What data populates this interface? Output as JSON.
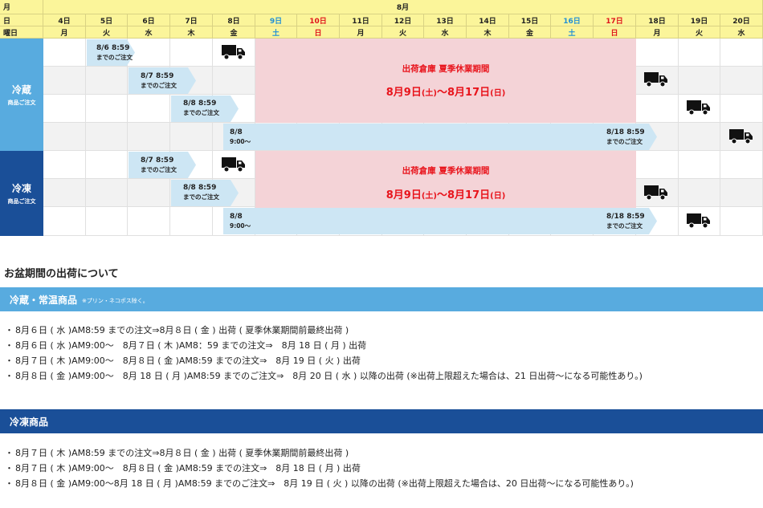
{
  "calendar": {
    "header_labels": {
      "month": "月",
      "day": "日",
      "weekday": "曜日"
    },
    "month": "8月",
    "days": [
      "4日",
      "5日",
      "6日",
      "7日",
      "8日",
      "9日",
      "10日",
      "11日",
      "12日",
      "13日",
      "14日",
      "15日",
      "16日",
      "17日",
      "18日",
      "19日",
      "20日"
    ],
    "weekdays": [
      "月",
      "火",
      "水",
      "木",
      "金",
      "土",
      "日",
      "月",
      "火",
      "水",
      "木",
      "金",
      "土",
      "日",
      "月",
      "火",
      "水"
    ],
    "colors": {
      "header": "#fbf59a",
      "refrigerated": "#58abdf",
      "frozen": "#1a4f98",
      "closed": "#f4d3d7",
      "arrow": "#cde6f4",
      "red": "#e8141c",
      "saturday": "#1f8fd6",
      "sunday": "#e0141c"
    },
    "refrigerated": {
      "title": "冷蔵",
      "subtitle": "商品ご注文",
      "closed_title": "出荷倉庫 夏季休業期間",
      "closed_dates": {
        "m1": "8月",
        "d1": "9日",
        "w1": "(土)",
        "sep": "～",
        "m2": "8月",
        "d2": "17日",
        "w2": "(日)"
      },
      "rows": [
        {
          "arrow_line1": "8/6 8:59",
          "arrow_line2": "までのご注文",
          "ship_icon": "truck-icon"
        },
        {
          "arrow_line1": "8/7 8:59",
          "arrow_line2": "までのご注文",
          "ship_icon": "truck-icon"
        },
        {
          "arrow_line1": "8/8 8:59",
          "arrow_line2": "までのご注文",
          "ship_icon": "truck-icon"
        },
        {
          "start_line1": "8/8",
          "start_line2": "9:00～",
          "arrow_line1": "8/18 8:59",
          "arrow_line2": "までのご注文",
          "ship_icon": "truck-icon"
        }
      ]
    },
    "frozen": {
      "title": "冷凍",
      "subtitle": "商品ご注文",
      "closed_title": "出荷倉庫 夏季休業期間",
      "closed_dates": {
        "m1": "8月",
        "d1": "9日",
        "w1": "(土)",
        "sep": "～",
        "m2": "8月",
        "d2": "17日",
        "w2": "(日)"
      },
      "rows": [
        {
          "arrow_line1": "8/7 8:59",
          "arrow_line2": "までのご注文",
          "ship_icon": "truck-icon"
        },
        {
          "arrow_line1": "8/8 8:59",
          "arrow_line2": "までのご注文",
          "ship_icon": "truck-icon"
        },
        {
          "start_line1": "8/8",
          "start_line2": "9:00～",
          "arrow_line1": "8/18 8:59",
          "arrow_line2": "までのご注文",
          "ship_icon": "truck-icon"
        }
      ]
    }
  },
  "info": {
    "heading": "お盆期間の出荷について",
    "refrigerated": {
      "title": "冷蔵・常温商品",
      "note": "※プリン・ネコポス除く。",
      "items": [
        "8月６日 ( 水 )AM8:59 までの注文⇒8月８日 ( 金 ) 出荷 ( 夏季休業期間前最終出荷 )",
        "8月６日 ( 水 )AM9:00～　8月７日 ( 木 )AM8：59 までの注文⇒　8月 18 日 ( 月 ) 出荷",
        "8月７日 ( 木 )AM9:00～　8月８日 ( 金 )AM8:59 までの注文⇒　8月 19 日 ( 火 ) 出荷",
        "8月８日 ( 金 )AM9:00～　8月 18 日 ( 月 )AM8:59 までのご注文⇒　8月 20 日 ( 水 ) 以降の出荷 (※出荷上限超えた場合は、21 日出荷～になる可能性あり。)"
      ]
    },
    "frozen": {
      "title": "冷凍商品",
      "items": [
        "8月７日 ( 木 )AM8:59 までの注文⇒8月８日 ( 金 ) 出荷 ( 夏季休業期間前最終出荷 )",
        "8月７日 ( 木 )AM9:00～　8月８日 ( 金 )AM8:59 までの注文⇒　8月 18 日 ( 月 ) 出荷",
        "8月８日 ( 金 )AM9:00～8月 18 日 ( 月 )AM8:59 までのご注文⇒　8月 19 日 ( 火 ) 以降の出荷 (※出荷上限超えた場合は、20 日出荷～になる可能性あり。)"
      ]
    }
  }
}
